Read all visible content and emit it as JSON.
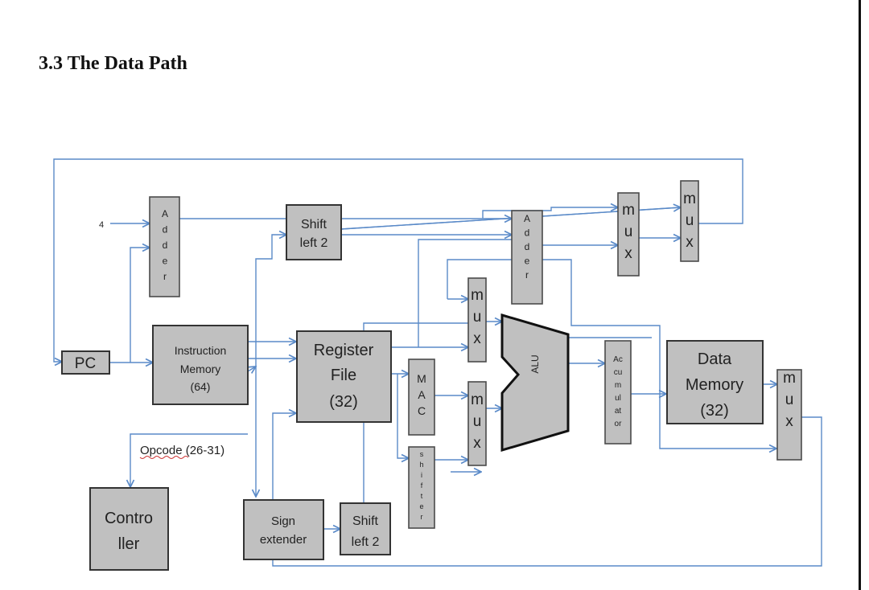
{
  "section_title": "3.3 The Data Path",
  "const_four": "4",
  "opcode_label": "Opcode (26-31)",
  "blocks": {
    "pc": "PC",
    "adder1": "Adder",
    "adder2": "Adder",
    "shift_top": [
      "Shift",
      "left 2"
    ],
    "instruction_memory": [
      "Instruction",
      "Memory",
      "(64)"
    ],
    "register_file": [
      "Register",
      "File",
      "(32)"
    ],
    "mac": "MAC",
    "shifter": "shifter",
    "alu": "ALU",
    "accumulator": [
      "Ac",
      "cu",
      "m",
      "ul",
      "at",
      "or"
    ],
    "data_memory": [
      "Data",
      "Memory",
      "(32)"
    ],
    "controller": [
      "Contro",
      "ller"
    ],
    "sign_extender": [
      "Sign",
      "extender"
    ],
    "shift_bottom": [
      "Shift",
      "left 2"
    ],
    "mux_label": "mux"
  },
  "colors": {
    "wire": "#5a8ac8",
    "block_fill": "#c0c0c0",
    "block_stroke": "#333333"
  }
}
